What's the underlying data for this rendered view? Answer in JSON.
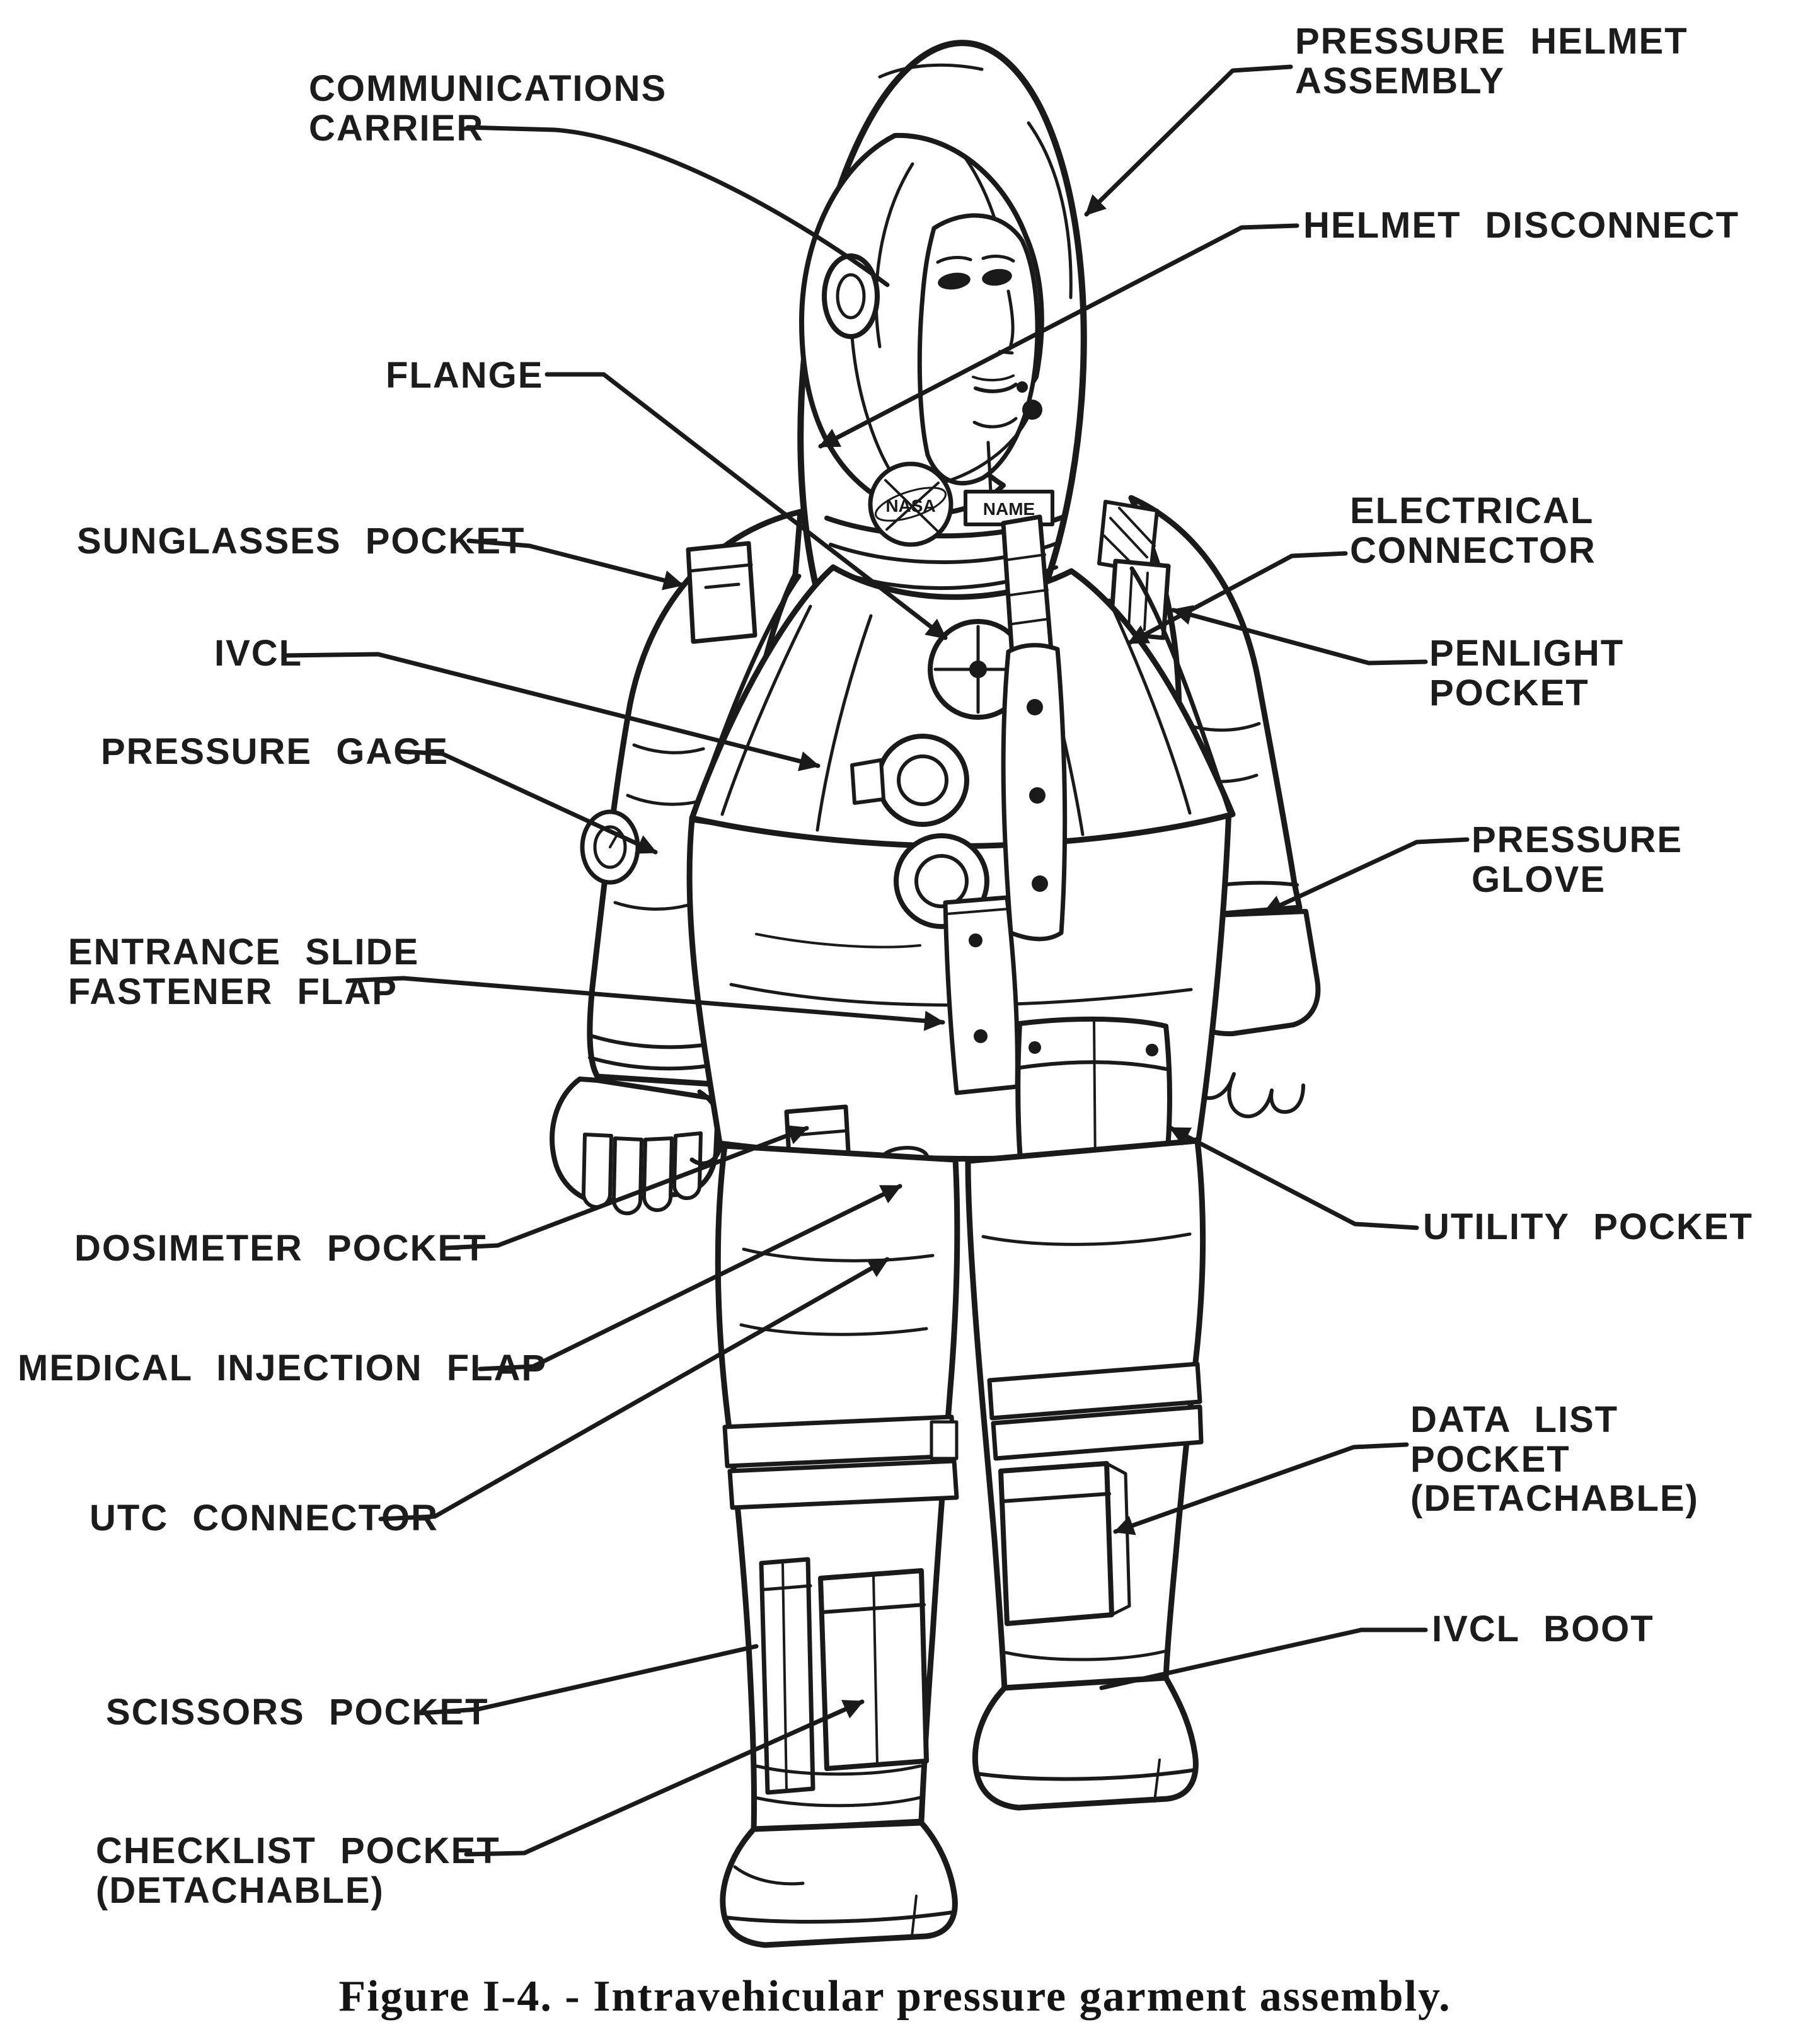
{
  "caption": "Figure I-4. - Intravehicular pressure garment assembly.",
  "labels": {
    "communications_carrier": "COMMUNICATIONS\nCARRIER",
    "pressure_helmet_assembly": "PRESSURE HELMET\nASSEMBLY",
    "helmet_disconnect": "HELMET DISCONNECT",
    "flange": "FLANGE",
    "sunglasses_pocket": "SUNGLASSES POCKET",
    "electrical_connector": "ELECTRICAL\nCONNECTOR",
    "ivcl": "IVCL",
    "penlight_pocket": "PENLIGHT\nPOCKET",
    "pressure_gage": "PRESSURE GAGE",
    "pressure_glove": "PRESSURE\nGLOVE",
    "entrance_slide_fastener_flap": "ENTRANCE SLIDE\nFASTENER FLAP",
    "dosimeter_pocket": "DOSIMETER POCKET",
    "utility_pocket": "UTILITY POCKET",
    "medical_injection_flap": "MEDICAL INJECTION FLAP",
    "utc_connector": "UTC CONNECTOR",
    "data_list_pocket": "DATA LIST\nPOCKET\n(DETACHABLE)",
    "ivcl_boot": "IVCL BOOT",
    "scissors_pocket": "SCISSORS POCKET",
    "checklist_pocket": "CHECKLIST POCKET\n(DETACHABLE)"
  },
  "suit": {
    "nasa_patch_text": "NASA",
    "name_tag_text": "NAME"
  },
  "colors": {
    "ink": "#1a1a1a",
    "paper": "#ffffff"
  }
}
